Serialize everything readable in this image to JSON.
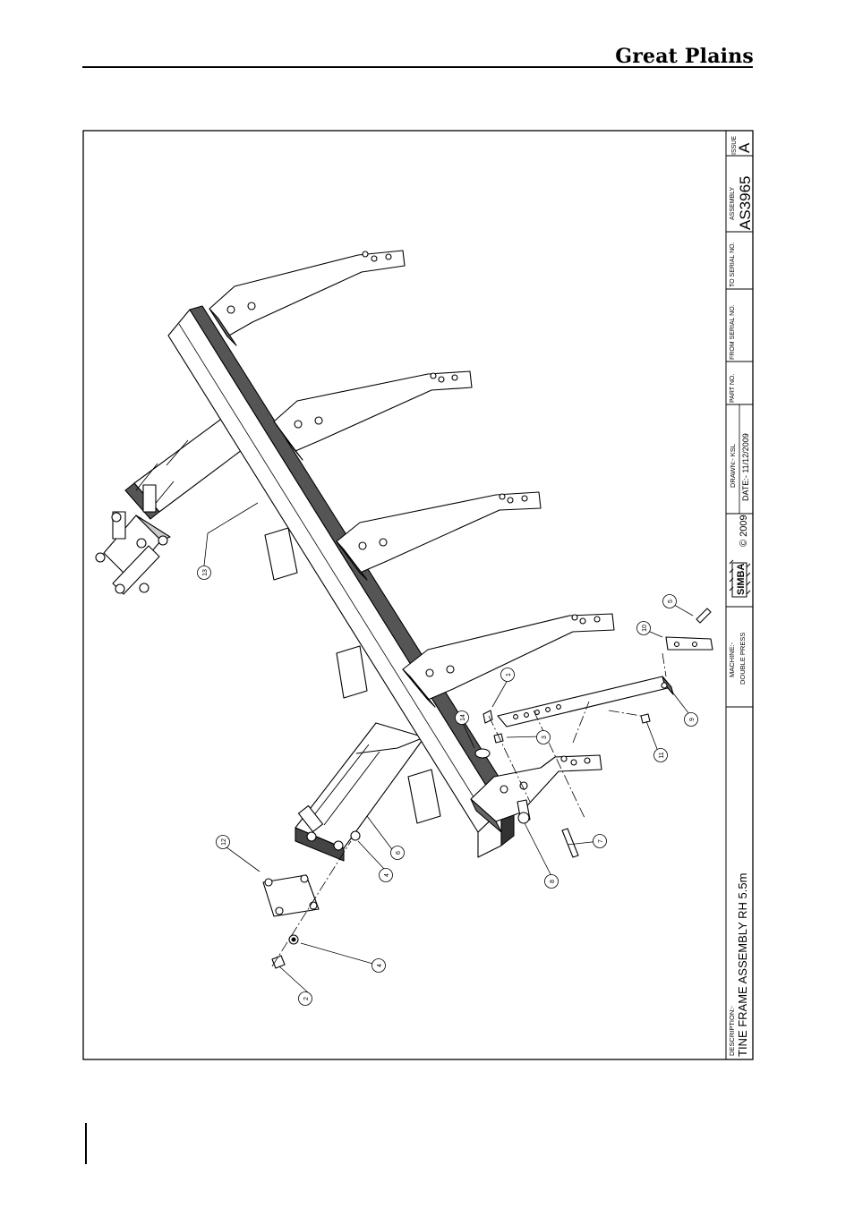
{
  "header": {
    "brand": "Great Plains"
  },
  "title_block": {
    "description_label": "DESCRIPTION:-",
    "description": "TINE FRAME ASSEMBLY RH 5.5m",
    "machine_label": "MACHINE:-",
    "machine": "DOUBLE PRESS",
    "logo_text": "SIMBA",
    "copyright": "© 2009",
    "drawn": "DRAWN:- KSL",
    "date": "DATE:- 11/12/2009",
    "part_no_label": "PART NO.",
    "from_serial_label": "FROM SERIAL NO.",
    "to_serial_label": "TO SERIAL NO.",
    "assembly_label": "ASSEMBLY",
    "assembly": "AS3965",
    "issue_label": "ISSUE",
    "issue": "A"
  },
  "balloons": {
    "b1": "1",
    "b2": "2",
    "b3": "3",
    "b4a": "4",
    "b4b": "4",
    "b5": "5",
    "b6": "6",
    "b7": "7",
    "b8": "8",
    "b9": "9",
    "b10": "10",
    "b11": "11",
    "b12": "12",
    "b13": "13",
    "b14": "14"
  }
}
